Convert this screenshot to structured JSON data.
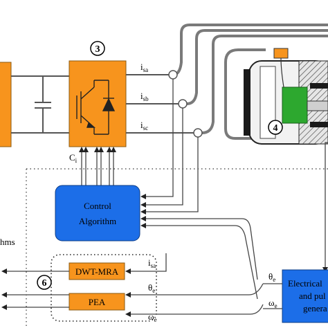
{
  "diagram": {
    "badges": {
      "converter": "3",
      "motor": "4",
      "diagnosis": "6"
    },
    "phase_labels": {
      "a": "i",
      "a_sub": "sa",
      "b": "i",
      "b_sub": "sb",
      "c": "i",
      "c_sub": "sc"
    },
    "control_input_label": {
      "main": "C",
      "sub": "i"
    },
    "control_block": {
      "line1": "Control",
      "line2": "Algorithm"
    },
    "dwt_block": "DWT-MRA",
    "pea_block": "PEA",
    "dwt_input": {
      "main": "i",
      "sub": "sa"
    },
    "theta_label": {
      "main": "θ",
      "sub": "e"
    },
    "omega_label": {
      "main": "ω",
      "sub": "e"
    },
    "sensor_block": {
      "line1": "Electrical",
      "line2": "and pul",
      "line3": "genera"
    },
    "sensor_theta": {
      "main": "θ",
      "sub": "e"
    },
    "sensor_omega": {
      "main": "ω",
      "sub": "e"
    },
    "left_text": "hms",
    "colors": {
      "orange": "#F7941D",
      "blue": "#1C6EE8",
      "green": "#2DA82F",
      "grey_wire": "#7A7A7A",
      "stator_dark": "#1A1A1A"
    }
  }
}
